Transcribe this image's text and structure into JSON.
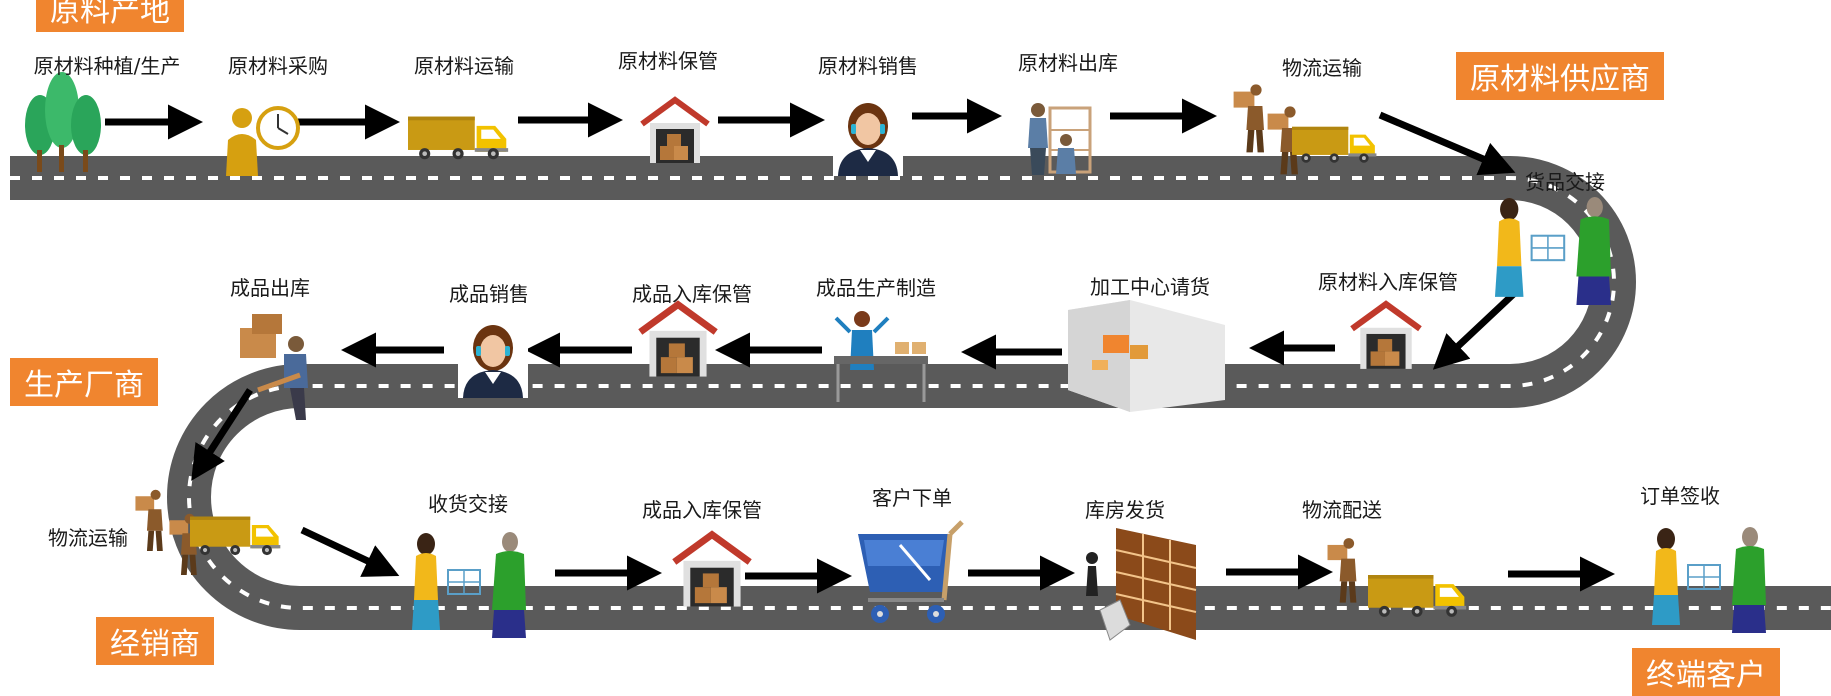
{
  "roles": {
    "raw_material_origin": "原料产地",
    "raw_material_supplier": "原材料供应商",
    "manufacturer": "生产厂商",
    "distributor": "经销商",
    "end_customer": "终端客户"
  },
  "row1": {
    "planting": "原材料种植/生产",
    "purchase": "原材料采购",
    "transport": "原材料运输",
    "storage": "原材料保管",
    "sales": "原材料销售",
    "outbound": "原材料出库",
    "logistics": "物流运输"
  },
  "handover": "货品交接",
  "row2": {
    "inbound_storage": "原材料入库保管",
    "request": "加工中心请货",
    "manufacturing": "成品生产制造",
    "product_storage": "成品入库保管",
    "product_sales": "成品销售",
    "product_outbound": "成品出库"
  },
  "row3": {
    "logistics": "物流运输",
    "receiving": "收货交接",
    "product_storage": "成品入库保管",
    "order": "客户下单",
    "dispatch": "库房发货",
    "delivery": "物流配送",
    "signoff": "订单签收"
  },
  "colors": {
    "road": "#5a5a5a",
    "dash": "#ffffff",
    "badge": "#f0852f",
    "truck": "#c99a14",
    "arrow": "#000000"
  }
}
